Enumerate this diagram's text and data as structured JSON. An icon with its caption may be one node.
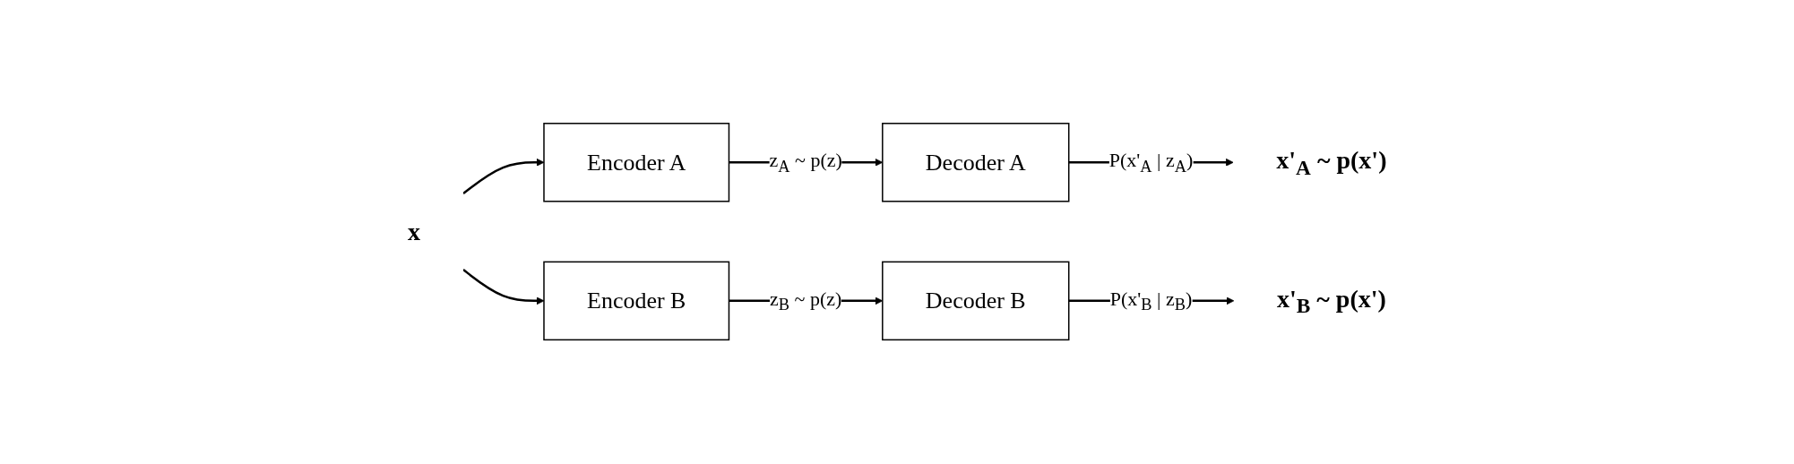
{
  "diagram": {
    "nodes": [
      {
        "text": [
          "x"
        ]
      },
      {
        "text": [
          "Encoder A"
        ]
      },
      {
        "text": [
          "Encoder B"
        ]
      },
      {
        "text": [
          "Decoder A"
        ]
      },
      {
        "text": [
          "Decoder B"
        ]
      },
      {
        "text": [
          "x'$_{A}$ ~ p(x')"
        ]
      },
      {
        "text": [
          "x'$_{B}$ ~ p(x')"
        ]
      }
    ],
    "edges": [
      {
        "from": 0,
        "to": 1,
        "arrow": "to"
      },
      {
        "from": 0,
        "to": 2,
        "arrow": "to"
      },
      {
        "from": 1,
        "to": 3,
        "arrow": "to",
        "label": "z$_{A}$ ~ p(z)"
      },
      {
        "from": 2,
        "to": 4,
        "arrow": "to",
        "label": "z$_{B}$ ~ p(z)"
      },
      {
        "from": 3,
        "to": 5,
        "arrow": "to",
        "label": "P(x'$_{A}$ | z$_{A}$)"
      },
      {
        "from": 4,
        "to": 6,
        "arrow": "to",
        "label": "P(x'$_{B}$ | z$_{B}$)"
      }
    ]
  }
}
